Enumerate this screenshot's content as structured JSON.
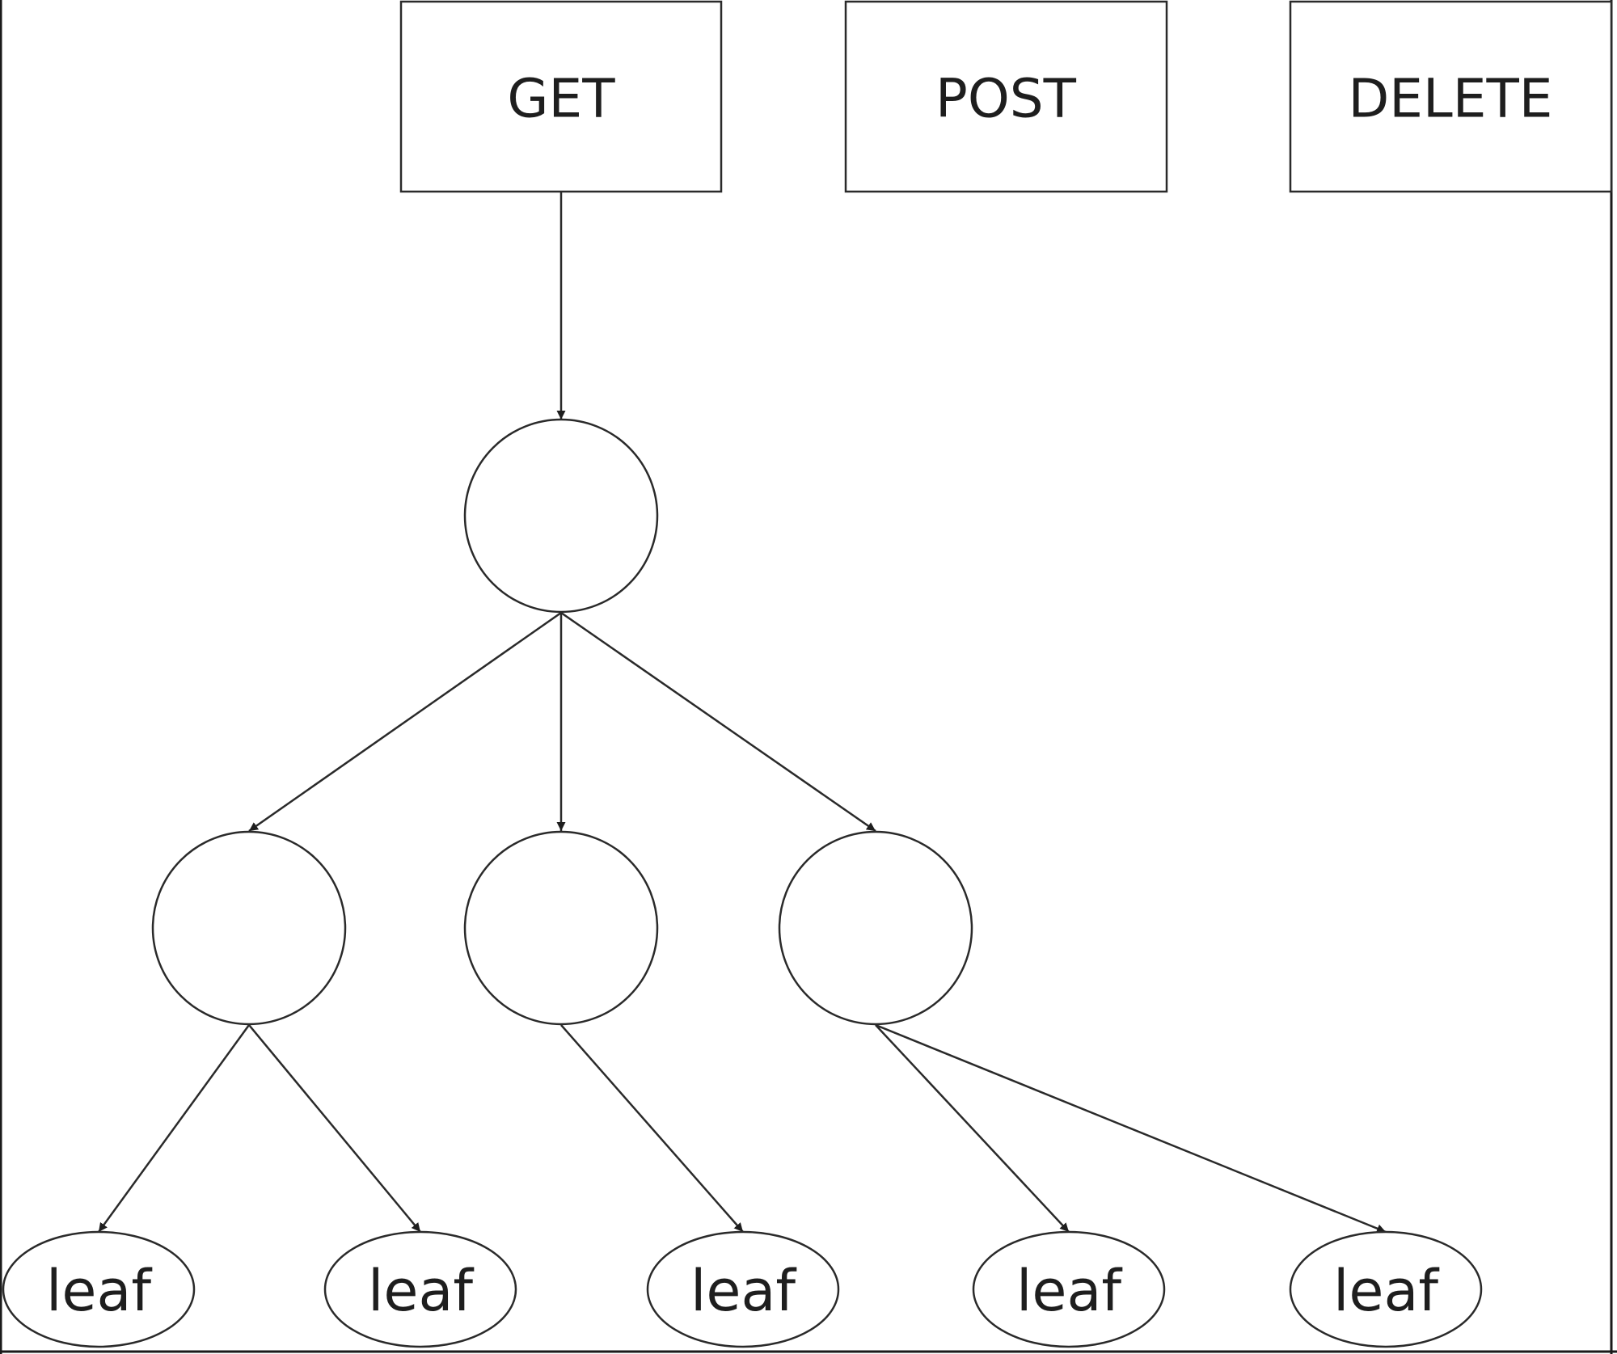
{
  "methods": [
    {
      "id": "get",
      "label": "GET"
    },
    {
      "id": "post",
      "label": "POST"
    },
    {
      "id": "delete",
      "label": "DELETE"
    }
  ],
  "tree": {
    "root_of": "get",
    "children": [
      {
        "id": "n1",
        "leaves": [
          "leaf",
          "leaf"
        ]
      },
      {
        "id": "n2",
        "leaves": [
          "leaf"
        ]
      },
      {
        "id": "n3",
        "leaves": [
          "leaf",
          "leaf"
        ]
      }
    ]
  },
  "colors": {
    "stroke": "#2a2a2a",
    "background": "#ffffff",
    "text": "#1e1e1e"
  }
}
